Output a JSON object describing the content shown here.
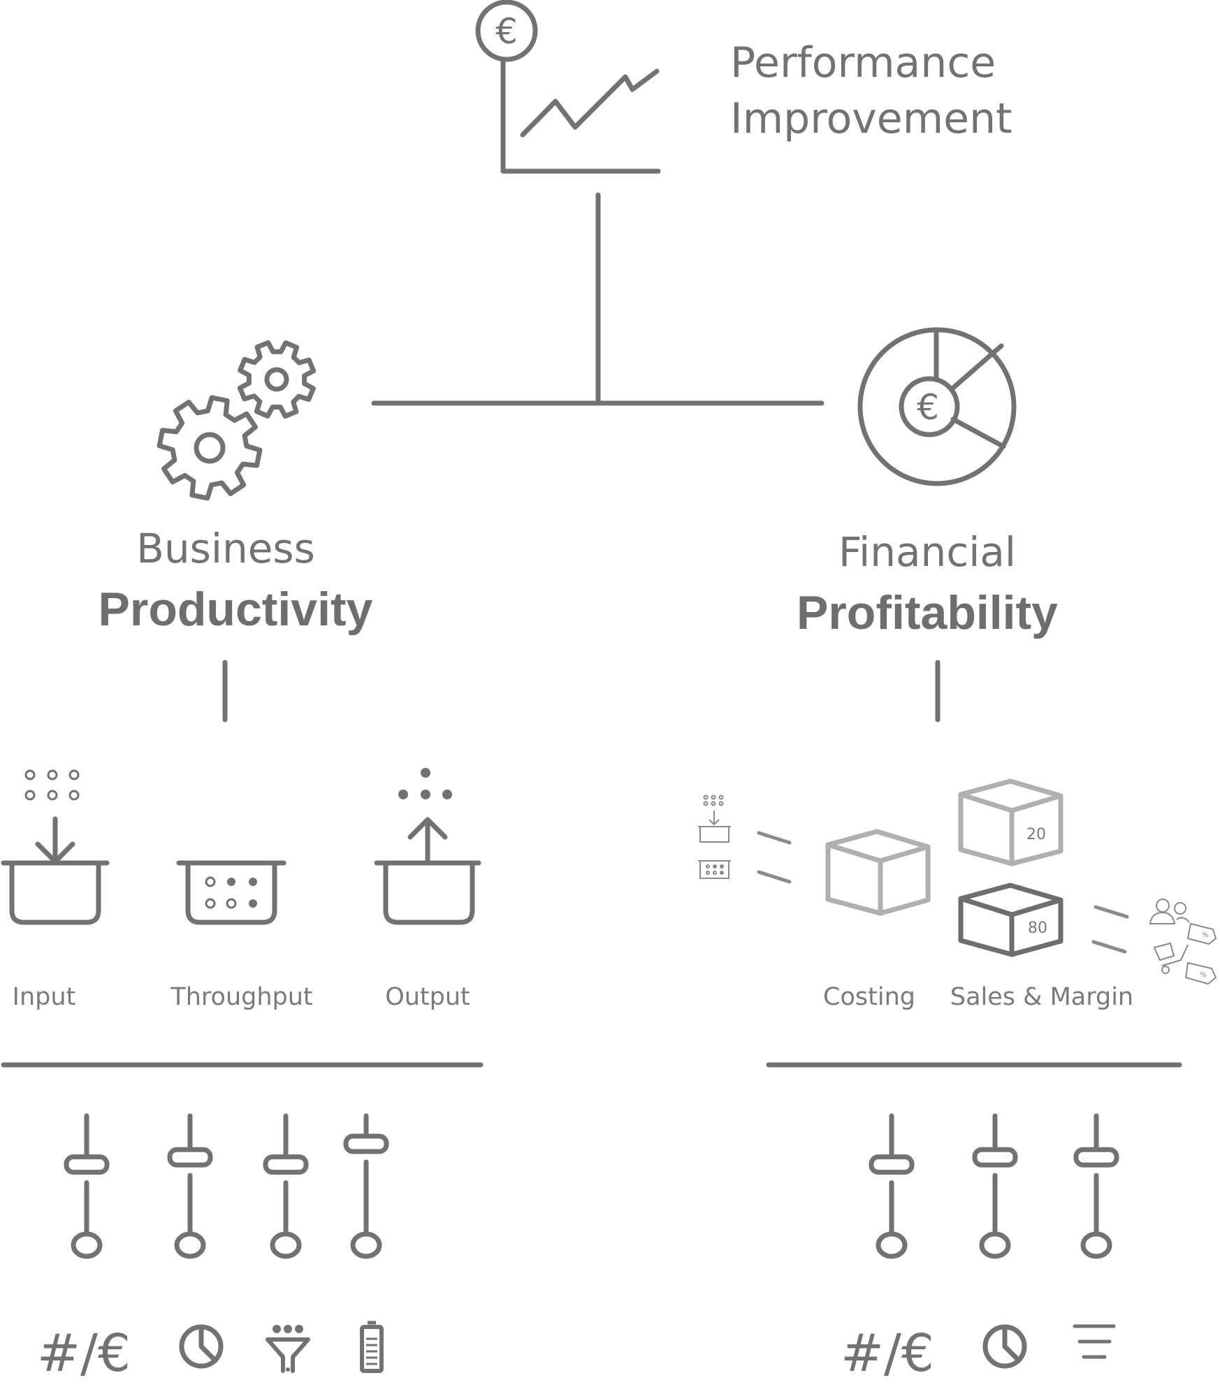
{
  "title": {
    "line1": "Performance",
    "line2": "Improvement"
  },
  "productivity": {
    "line1": "Business",
    "line2": "Productivity",
    "items": [
      {
        "label": "Input"
      },
      {
        "label": "Throughput"
      },
      {
        "label": "Output"
      }
    ],
    "slider_levels": [
      0.57,
      0.37,
      0.57,
      0.0
    ],
    "metrics": [
      "#/€",
      "pie-icon",
      "funnel-icon",
      "battery-icon"
    ]
  },
  "profitability": {
    "line1": "Financial",
    "line2": "Profitability",
    "items": [
      {
        "label": "Costing"
      },
      {
        "label": "Sales & Margin"
      }
    ],
    "box_values": {
      "top": "20",
      "bottom": "80"
    },
    "slider_levels": [
      0.57,
      0.37,
      0.37
    ],
    "metrics": [
      "#/€",
      "pie-icon",
      "list-icon"
    ]
  },
  "currency_symbol": "€",
  "colors": {
    "stroke": "#727272",
    "light": "#b3b3b3",
    "text": "#7a7a7a"
  }
}
